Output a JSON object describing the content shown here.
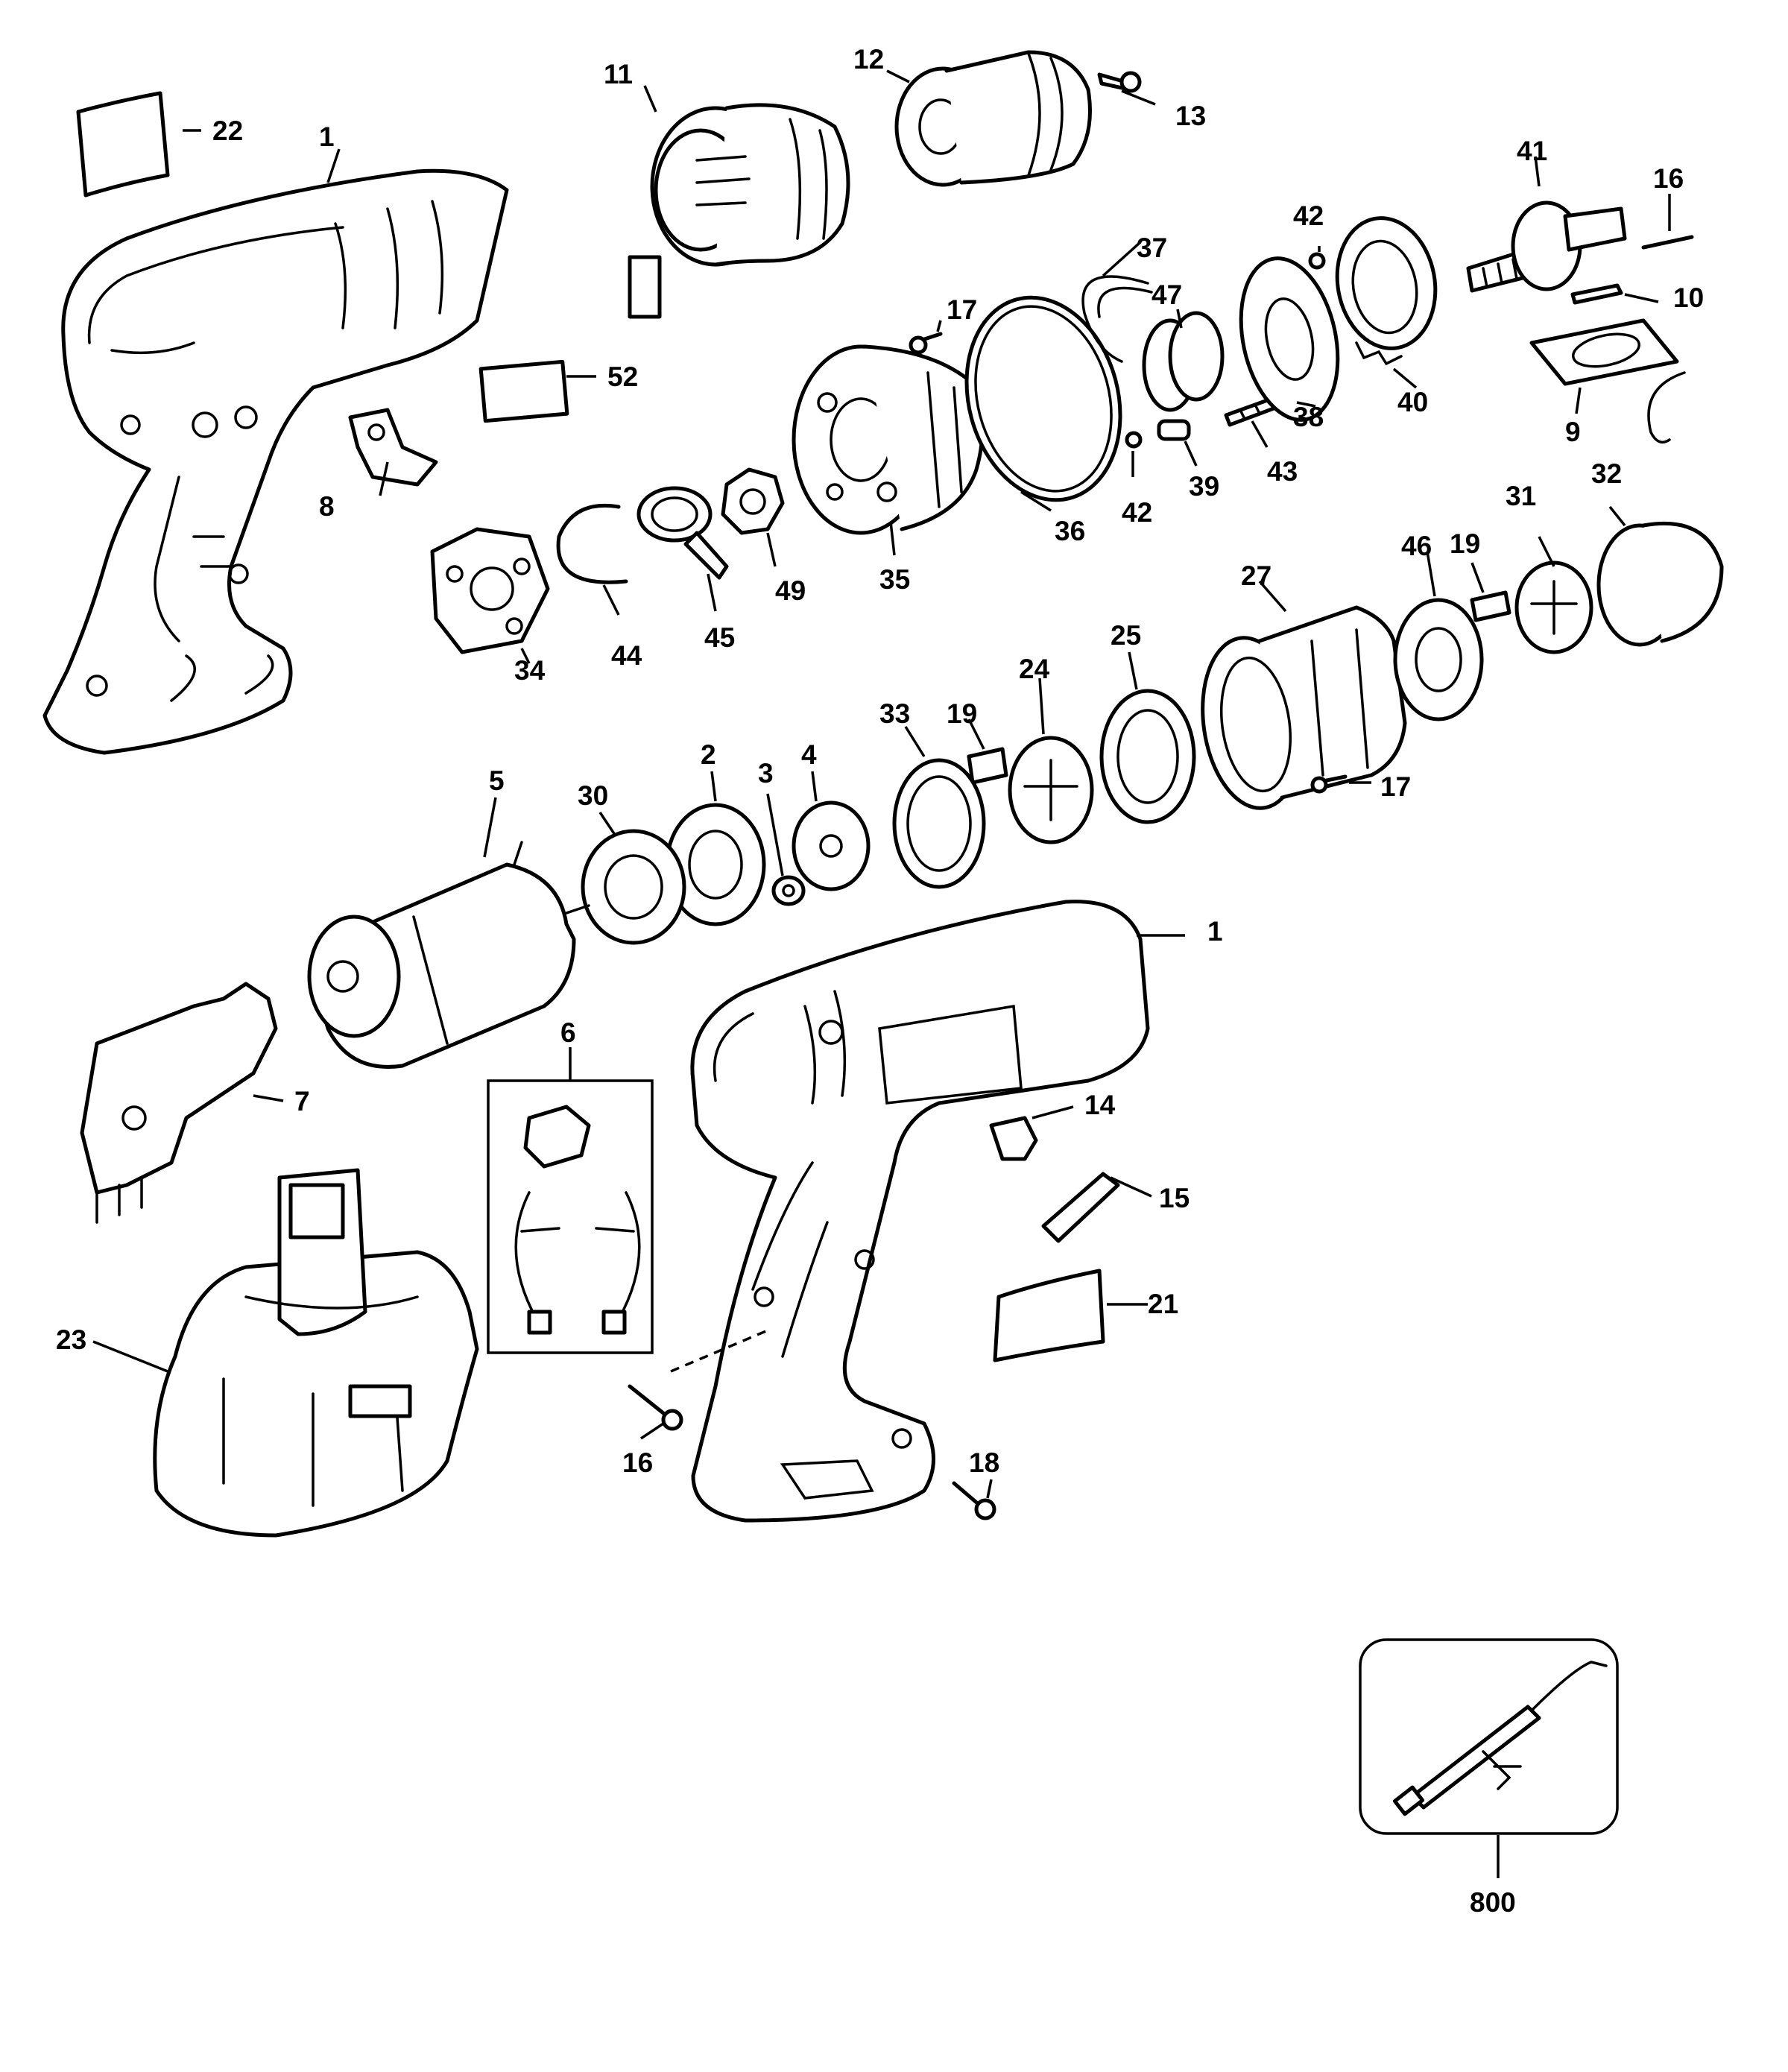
{
  "labels": {
    "l1a": "1",
    "l1b": "1",
    "l2": "2",
    "l3": "3",
    "l4": "4",
    "l5": "5",
    "l6": "6",
    "l7": "7",
    "l8": "8",
    "l9": "9",
    "l10": "10",
    "l11": "11",
    "l12": "12",
    "l13": "13",
    "l14": "14",
    "l15": "15",
    "l16a": "16",
    "l16b": "16",
    "l17a": "17",
    "l17b": "17",
    "l18": "18",
    "l19a": "19",
    "l19b": "19",
    "l21": "21",
    "l22": "22",
    "l23": "23",
    "l24": "24",
    "l25": "25",
    "l27": "27",
    "l30": "30",
    "l31": "31",
    "l32": "32",
    "l33": "33",
    "l34": "34",
    "l35": "35",
    "l36": "36",
    "l37": "37",
    "l38": "38",
    "l39": "39",
    "l40": "40",
    "l41": "41",
    "l42a": "42",
    "l42b": "42",
    "l43": "43",
    "l44": "44",
    "l45": "45",
    "l46": "46",
    "l47": "47",
    "l49": "49",
    "l52": "52",
    "l800": "800"
  }
}
